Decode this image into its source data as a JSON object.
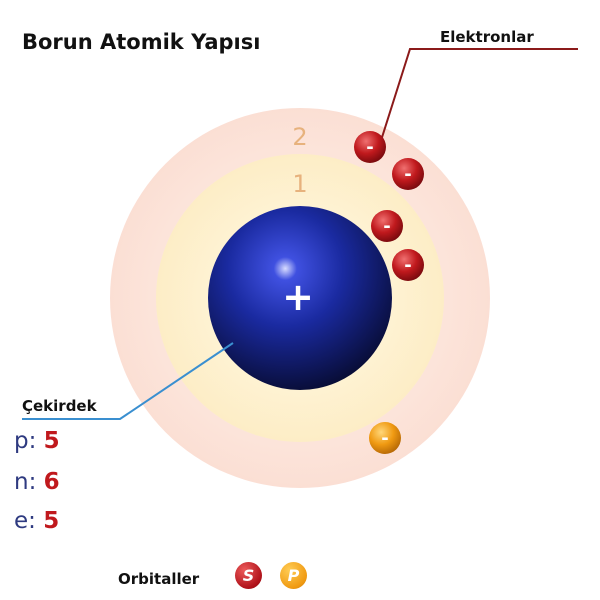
{
  "title": "Borun Atomik Yapısı",
  "labels": {
    "electrons": "Elektronlar",
    "nucleus": "Çekirdek",
    "orbitals": "Orbitaller"
  },
  "shells": [
    {
      "number": "2",
      "color": "#fbe2d8"
    },
    {
      "number": "1",
      "color": "#fdf1cd"
    }
  ],
  "nucleus": {
    "symbol": "+",
    "color": "#1a2aa0"
  },
  "stats": {
    "p_key": "p:",
    "p_val": "5",
    "n_key": "n:",
    "n_val": "6",
    "e_key": "e:",
    "e_val": "5"
  },
  "electron_symbol": "-",
  "orbital_badges": {
    "s": "S",
    "p": "P"
  },
  "colors": {
    "s_electron": "#c0191d",
    "p_electron": "#f09a12",
    "electron_leader": "#8b1a1a",
    "nucleus_leader": "#3a8fd0"
  }
}
